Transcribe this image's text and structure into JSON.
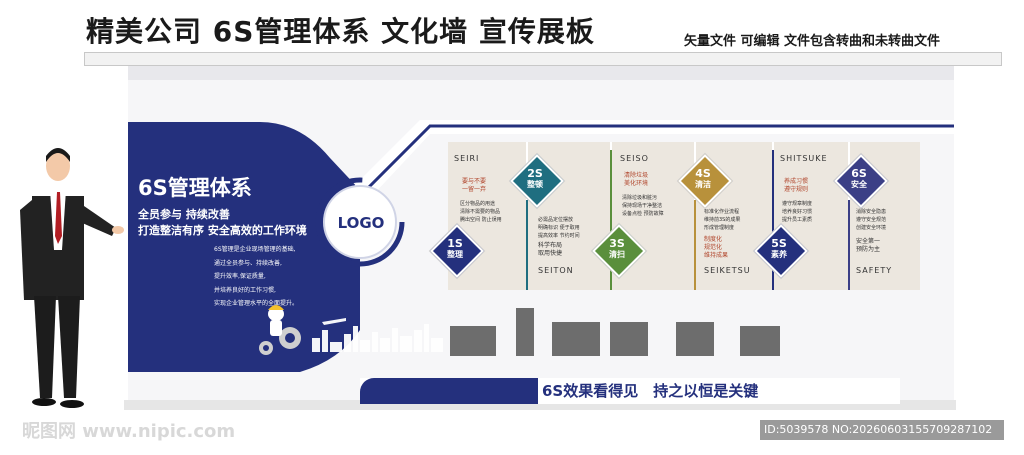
{
  "header": {
    "title": "精美公司 6S管理体系 文化墙 宣传展板",
    "subtitle": "矢量文件 可编辑 文件包含转曲和未转曲文件"
  },
  "intro": {
    "title": "6S管理体系",
    "slogan_1": "全员参与 持续改善",
    "slogan_2": "打造整洁有序 安全高效的工作环境",
    "body": [
      "6S管理是企业现场管理的基础,",
      "通过全员参与、持续改善,",
      "提升效率,保证质量,",
      "并培养良好的工作习惯,",
      "实现企业管理水平的全面提升。"
    ]
  },
  "logo": {
    "text": "LOGO"
  },
  "steps": [
    {
      "code": "1S",
      "name": "整理",
      "pinyin": "SEIRI",
      "tagline": [
        "要与不要",
        "一留一弃"
      ],
      "items": [
        "区分物品的用途",
        "清除不需要的物品",
        "腾出空间 防止误用"
      ],
      "note": []
    },
    {
      "code": "2S",
      "name": "整顿",
      "pinyin": "SEITON",
      "tagline": [],
      "items": [
        "必需品定位摆放",
        "明确标识 便于取用",
        "提高效率 节约时间"
      ],
      "note": [
        "科学布局",
        "取用快捷"
      ]
    },
    {
      "code": "3S",
      "name": "清扫",
      "pinyin": "SEISO",
      "tagline": [
        "清除垃圾",
        "美化环境"
      ],
      "items": [
        "清除垃圾和脏污",
        "保持现场干净整洁",
        "设备点检 预防故障"
      ],
      "note": []
    },
    {
      "code": "4S",
      "name": "清洁",
      "pinyin": "SEIKETSU",
      "tagline": [],
      "items": [
        "标准化作业流程",
        "维持前3S的成果",
        "形成管理制度"
      ],
      "note": [
        "制度化",
        "规范化",
        "维持成果"
      ]
    },
    {
      "code": "5S",
      "name": "素养",
      "pinyin": "SHITSUKE",
      "tagline": [
        "养成习惯",
        "遵守规则"
      ],
      "items": [
        "遵守规章制度",
        "培养良好习惯",
        "提升员工素质"
      ],
      "note": []
    },
    {
      "code": "6S",
      "name": "安全",
      "pinyin": "SAFETY",
      "tagline": [],
      "items": [
        "消除安全隐患",
        "遵守安全规范",
        "创建安全环境"
      ],
      "note": [
        "安全第一",
        "预防为主"
      ]
    }
  ],
  "footer": {
    "slogan": "6S效果看得见　持之以恒是关键"
  },
  "watermark": {
    "left": "昵图网 www.nipic.com",
    "right": "ID:5039578 NO:20260603155709287102"
  },
  "colors": {
    "navy": "#24307d",
    "green": "#5a8f3c",
    "teal": "#1f6e80",
    "gold": "#b8913b",
    "purple": "#3b3f86",
    "panel": "#ece7df",
    "grey_block": "#6d6d6d"
  }
}
